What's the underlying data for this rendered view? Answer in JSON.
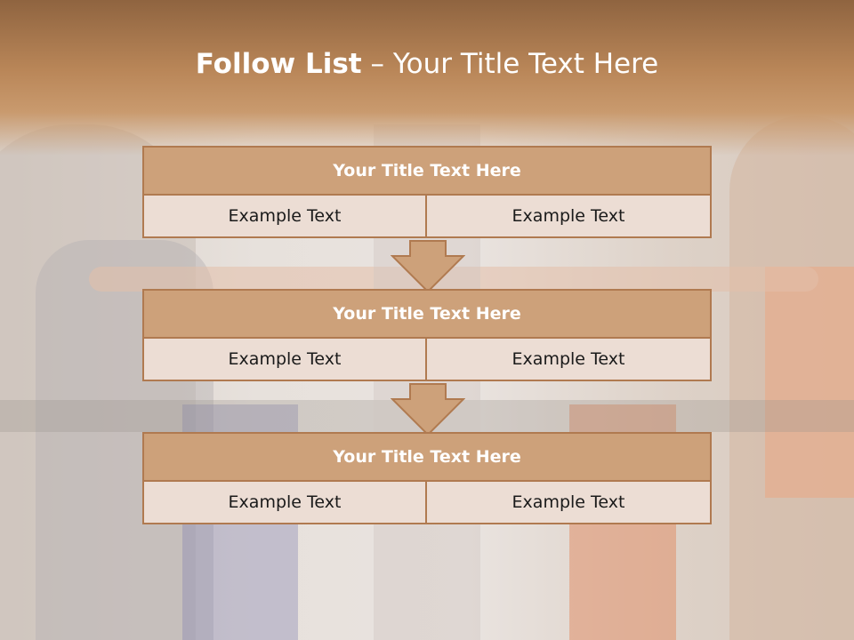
{
  "title": {
    "bold": "Follow List",
    "rest": " – Your Title Text Here"
  },
  "blocks": [
    {
      "heading": "Your Title Text Here",
      "left": "Example Text",
      "right": "Example Text"
    },
    {
      "heading": "Your Title Text Here",
      "left": "Example Text",
      "right": "Example Text"
    },
    {
      "heading": "Your Title Text Here",
      "left": "Example Text",
      "right": "Example Text"
    }
  ],
  "colors": {
    "accent": "#cda17a",
    "border": "#b07a50",
    "cell": "#ecddd4",
    "header_band": "#b98658"
  }
}
